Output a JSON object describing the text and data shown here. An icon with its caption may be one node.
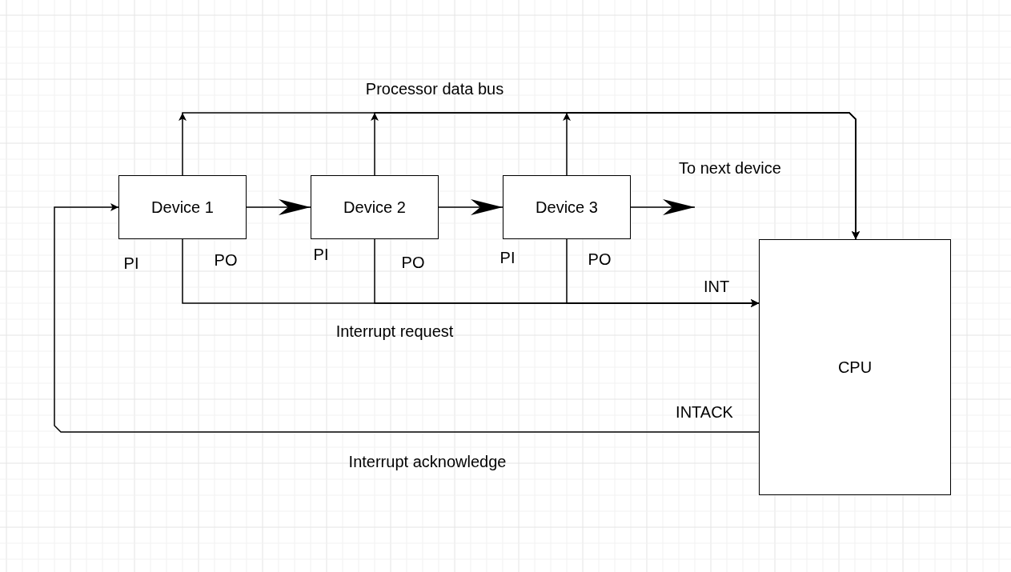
{
  "diagram": {
    "nodes": [
      {
        "text": [
          "Device 1"
        ]
      },
      {
        "text": [
          "Device 2"
        ]
      },
      {
        "text": [
          "Device 3"
        ]
      },
      {
        "text": [
          "CPU"
        ]
      }
    ],
    "edges": [
      {
        "from": 0,
        "to": 3,
        "arrow": "to"
      },
      {
        "from": 1,
        "to": 3,
        "arrow": "to"
      },
      {
        "from": 2,
        "to": 3,
        "arrow": "to"
      },
      {
        "from": 0,
        "to": 1,
        "arrow": "to"
      },
      {
        "from": 1,
        "to": 2,
        "arrow": "to"
      },
      {
        "from": 2,
        "to": null,
        "arrow": "to",
        "label": "To next device"
      },
      {
        "from": 0,
        "to": 3,
        "arrow": "to"
      },
      {
        "from": 1,
        "to": 3,
        "arrow": "to"
      },
      {
        "from": 2,
        "to": 3,
        "arrow": "to"
      },
      {
        "from": 3,
        "to": 0,
        "arrow": "to"
      }
    ],
    "labels": [
      "Processor data bus",
      "PI",
      "PO",
      "PI",
      "PO",
      "PI",
      "PO",
      "INT",
      "Interrupt request",
      "INTACK",
      "Interrupt acknowledge"
    ]
  }
}
